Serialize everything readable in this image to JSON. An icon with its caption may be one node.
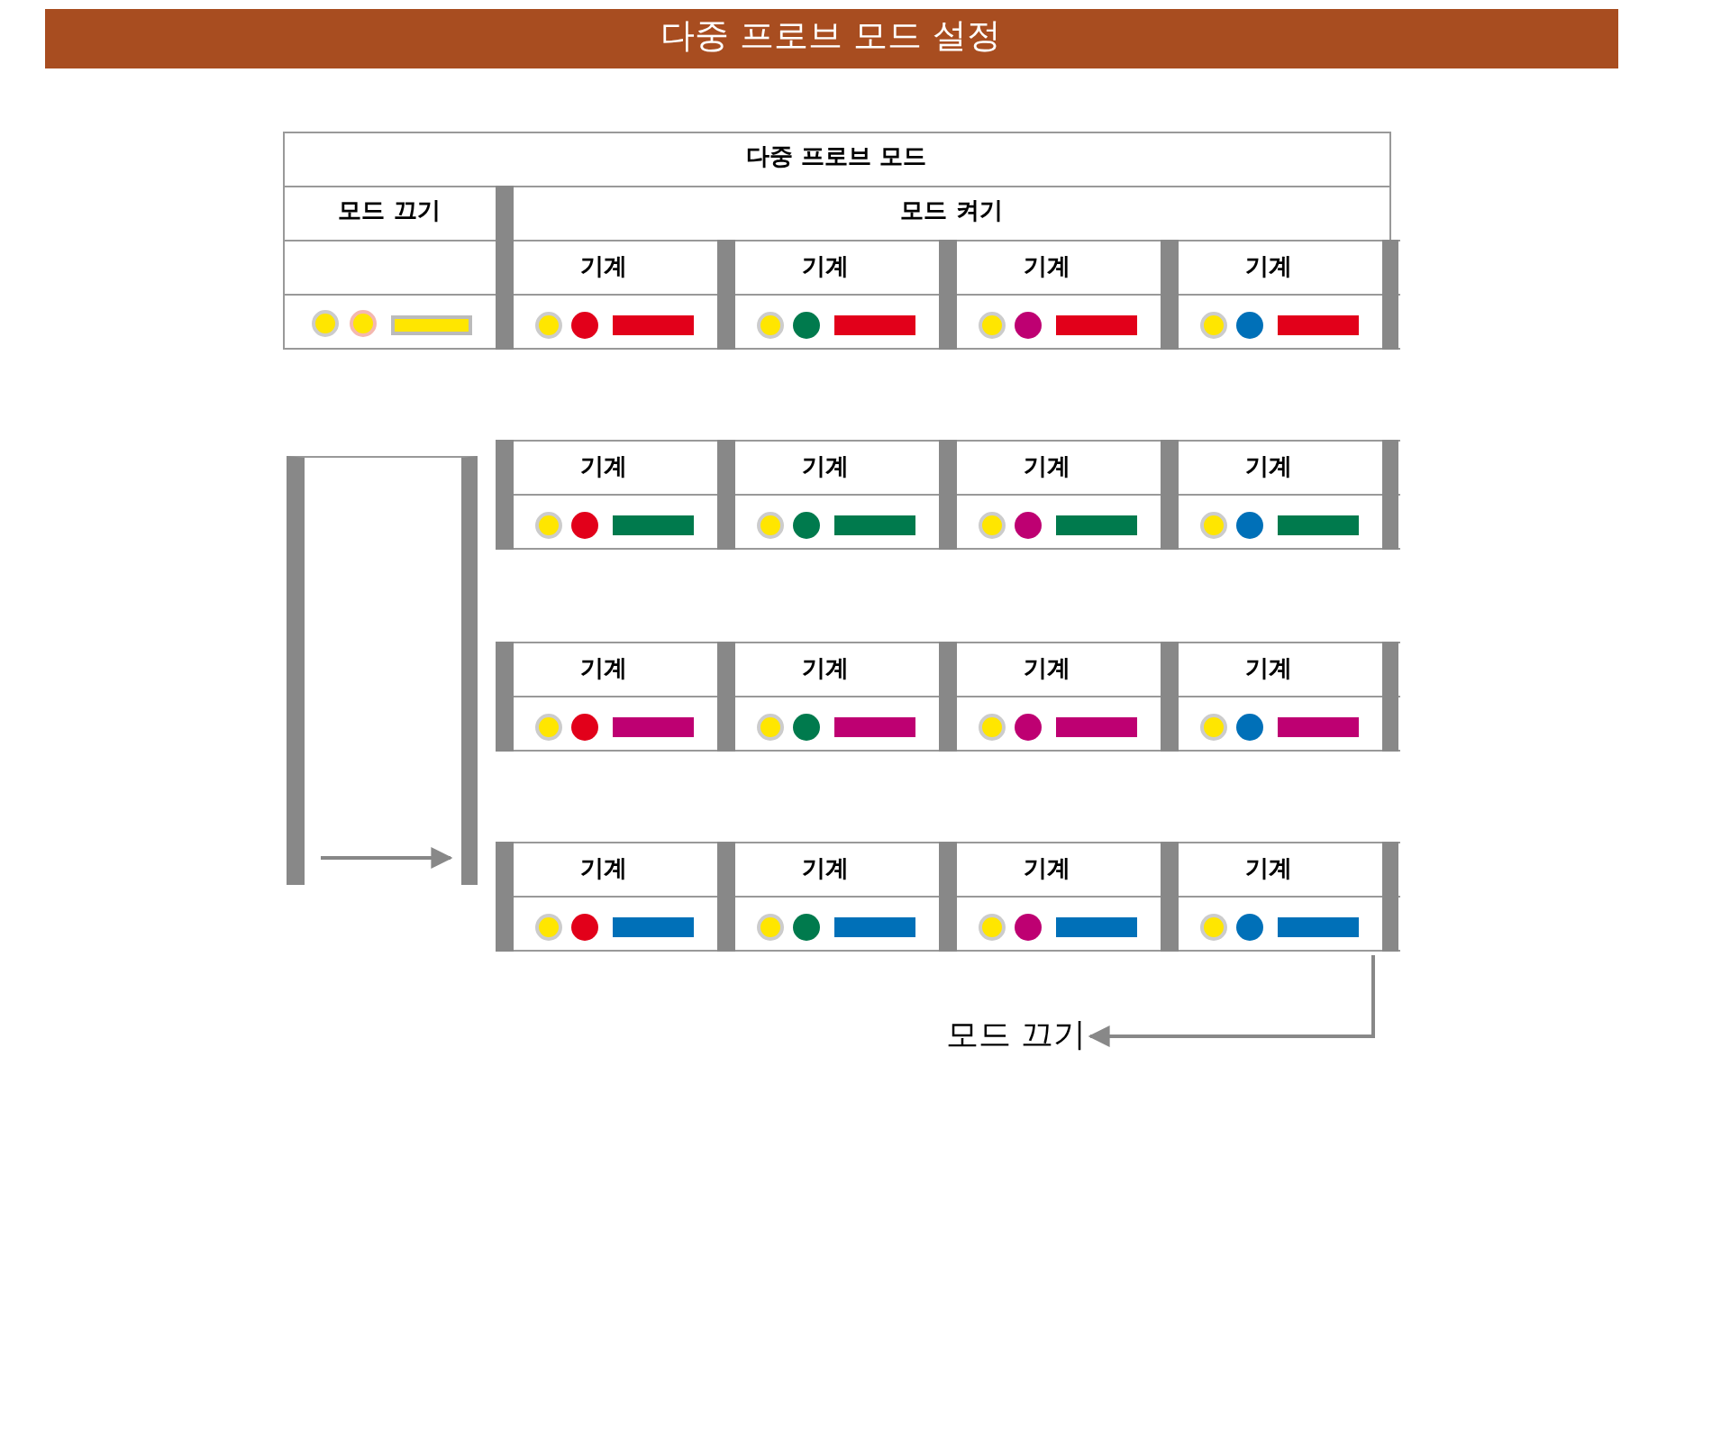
{
  "diagram": {
    "title": "다중 프로브 모드 설정",
    "nodes": [
      {
        "text": [],
        "shape": "box"
      },
      {
        "text": [
          "모드 끄기"
        ]
      }
    ],
    "edges": [
      {
        "from": null,
        "to": 1,
        "arrow": "to"
      }
    ],
    "labels": [
      "다중 프로브 모드",
      "모드 끄기",
      "모드 켜기",
      "기계",
      "기계",
      "기계",
      "기계",
      "기계",
      "기계",
      "기계",
      "기계",
      "기계",
      "기계",
      "기계",
      "기계",
      "기계",
      "기계",
      "기계",
      "기계"
    ]
  }
}
